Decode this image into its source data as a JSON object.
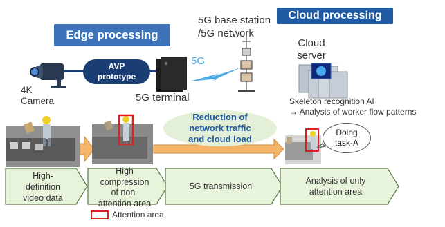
{
  "edge_processing": {
    "label": "Edge processing"
  },
  "cloud_processing": {
    "label": "Cloud processing"
  },
  "base_station": {
    "line1": "5G base station",
    "line2": "/5G network"
  },
  "cloud_server": {
    "line1": "Cloud",
    "line2": "server"
  },
  "camera": {
    "line1": "4K",
    "line2": "Camera"
  },
  "avp": {
    "line1": "AVP",
    "line2": "prototype"
  },
  "terminal": {
    "label": "5G terminal"
  },
  "link": {
    "label": "5G"
  },
  "skeleton": {
    "line1": "Skeleton recognition AI",
    "line2": "→ Analysis of worker flow patterns"
  },
  "reduction": {
    "line1": "Reduction of",
    "line2": "network traffic",
    "line3": "and cloud load"
  },
  "bubble": {
    "line1": "Doing",
    "line2": "task-A"
  },
  "steps": [
    {
      "lines": [
        "High-",
        "definition",
        "video data"
      ]
    },
    {
      "lines": [
        "High",
        "compression",
        "of non-",
        "attention area"
      ]
    },
    {
      "lines": [
        "5G transmission"
      ]
    },
    {
      "lines": [
        "Analysis of only",
        "attention area"
      ]
    }
  ],
  "legend": {
    "label": "Attention area"
  },
  "colors": {
    "badge_blue": "#1f5aa3",
    "attention_red": "#e02020",
    "step_fill": "#e8f3dc",
    "step_border": "#5a7a45",
    "arrow_fill": "#f4b56a"
  }
}
